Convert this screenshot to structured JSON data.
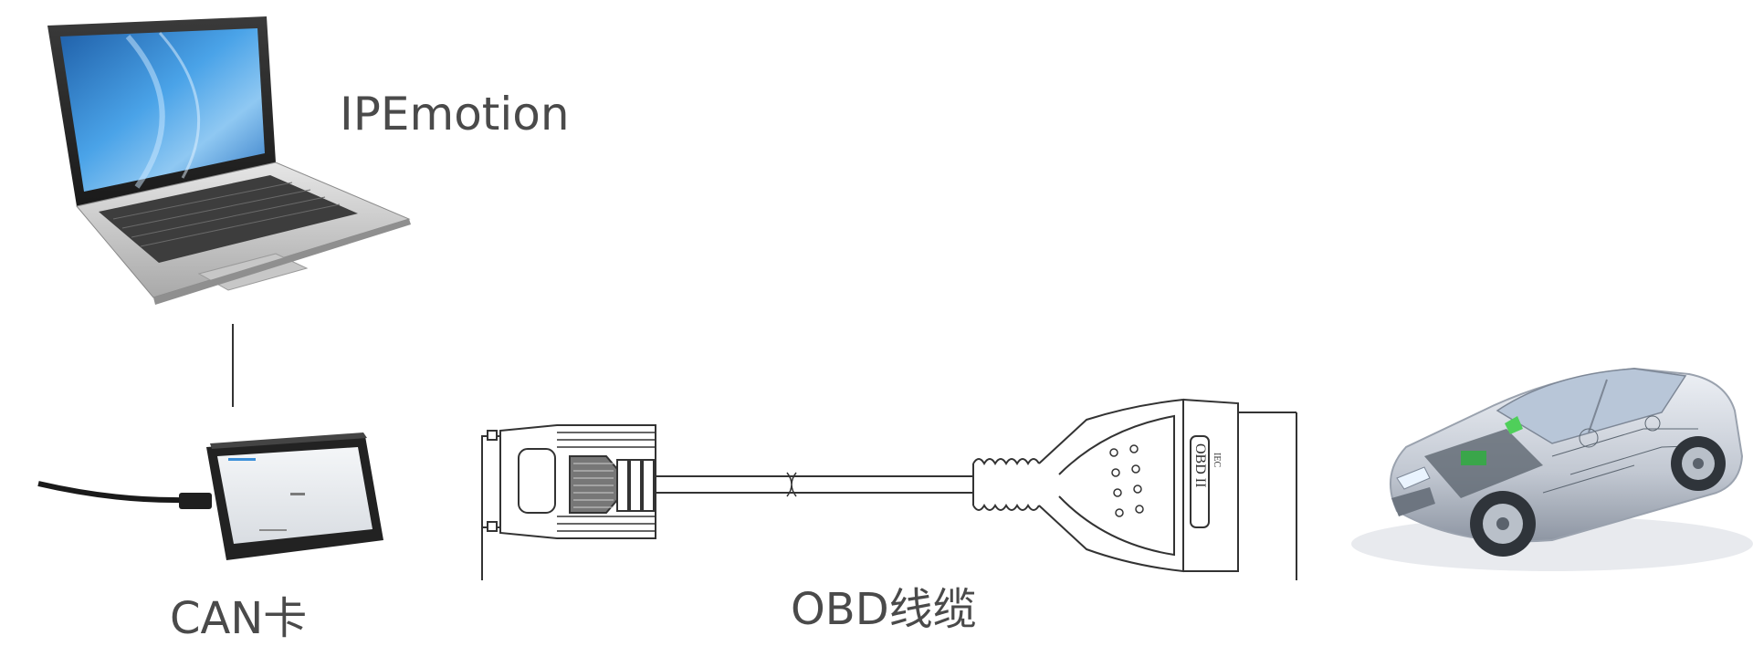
{
  "labels": {
    "software": "IPEmotion",
    "can_card": "CAN卡",
    "obd_cable": "OBD线缆"
  },
  "connector_text": {
    "obd_marking": "OBD II",
    "obd_sub": "IEC"
  },
  "colors": {
    "label_text": "#4a4a4a",
    "line": "#333333",
    "screen": "#3b8fd9",
    "can_card_body": "#2b2b2b",
    "car_body": "#c9ced6"
  },
  "icons": [
    "laptop-icon",
    "can-card-icon",
    "obd-cable-icon",
    "car-icon"
  ]
}
